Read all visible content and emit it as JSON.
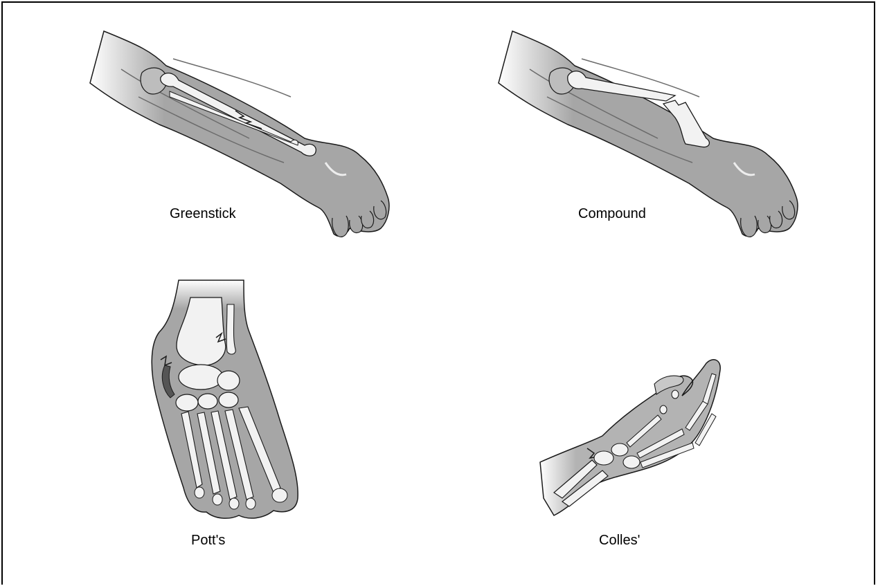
{
  "labels": {
    "greenstick": "Greenstick",
    "compound": "Compound",
    "potts": "Pott's",
    "colles": "Colles'"
  },
  "colors": {
    "skin": "#a6a6a6",
    "skin_light": "#cfcfcf",
    "bone": "#f2f2f2",
    "outline": "#1a1a1a",
    "background": "#ffffff"
  }
}
